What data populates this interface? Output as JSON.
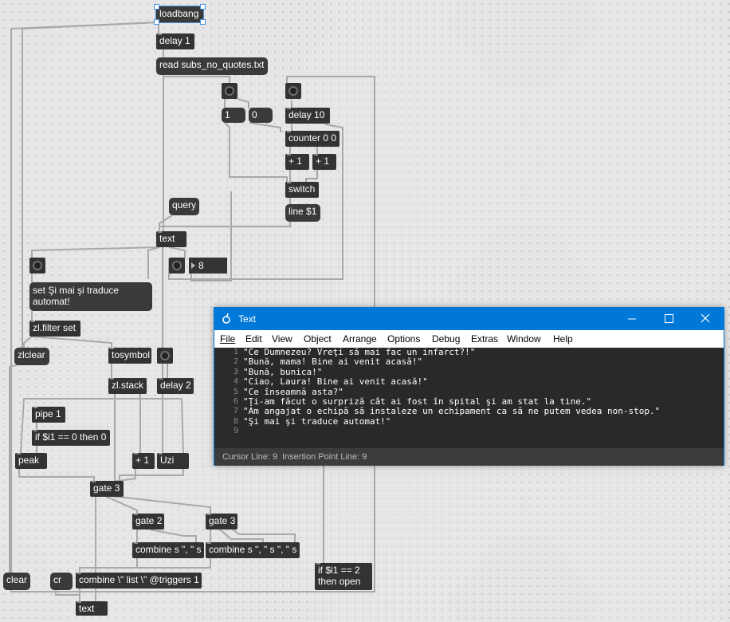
{
  "patch": {
    "objects": {
      "loadbang": "loadbang",
      "delay1": "delay 1",
      "read_msg": "read subs_no_quotes.txt",
      "msg_1": "1",
      "msg_0": "0",
      "delay10": "delay 10",
      "counter": "counter 0 0",
      "plus1_a": "+ 1",
      "plus1_b": "+ 1",
      "switch": "switch",
      "line_msg": "line $1",
      "query_msg": "query",
      "text_obj": "text",
      "number_value": "8",
      "set_msg": "set Şi mai şi traduce automat!",
      "zlfilter": "zl.filter set",
      "zlclear": "zlclear",
      "tosymbol": "tosymbol",
      "delay2": "delay 2",
      "zlstack": "zl.stack",
      "pipe": "pipe 1",
      "if_then0": "if $i1 == 0 then 0",
      "peak": "peak",
      "plus1_c": "+ 1",
      "uzi": "Uzi",
      "gate3_a": "gate 3",
      "gate2": "gate 2",
      "gate3_b": "gate 3",
      "combine1": "combine s \", \" s",
      "combine2": "combine s \", \" s \", \" s",
      "clear_msg": "clear",
      "cr_msg": "cr",
      "combine_list": "combine \\\" list \\\" @triggers 1",
      "if_open": "if $i1 == 2 then open",
      "text_bottom": "text"
    }
  },
  "window": {
    "title": "Text",
    "menu": [
      "File",
      "Edit",
      "View",
      "Object",
      "Arrange",
      "Options",
      "Debug",
      "Extras",
      "Window",
      "Help"
    ],
    "lines": [
      {
        "n": "1",
        "t": "\"Ce Dumnezeu? Vreţi să mai fac un infarct?!\""
      },
      {
        "n": "2",
        "t": "\"Bună, mama! Bine ai venit acasă!\""
      },
      {
        "n": "3",
        "t": "\"Bună, bunica!\""
      },
      {
        "n": "4",
        "t": "\"Ciao, Laura! Bine ai venit acasă!\""
      },
      {
        "n": "5",
        "t": "\"Ce înseamnă asta?\""
      },
      {
        "n": "6",
        "t": "\"Ţi-am făcut o surpriză cât ai fost în spital şi am stat la tine.\""
      },
      {
        "n": "7",
        "t": "\"Am angajat o echipă să instaleze un echipament ca să ne putem vedea non-stop.\""
      },
      {
        "n": "8",
        "t": "\"Şi mai şi traduce automat!\""
      },
      {
        "n": "9",
        "t": ""
      }
    ],
    "status": {
      "cursor": "Cursor Line: 9",
      "insertion": "Insertion Point Line: 9"
    }
  },
  "colors": {
    "accent": "#0078d7",
    "object_bg": "#333333",
    "cord": "#a9a9a9"
  }
}
